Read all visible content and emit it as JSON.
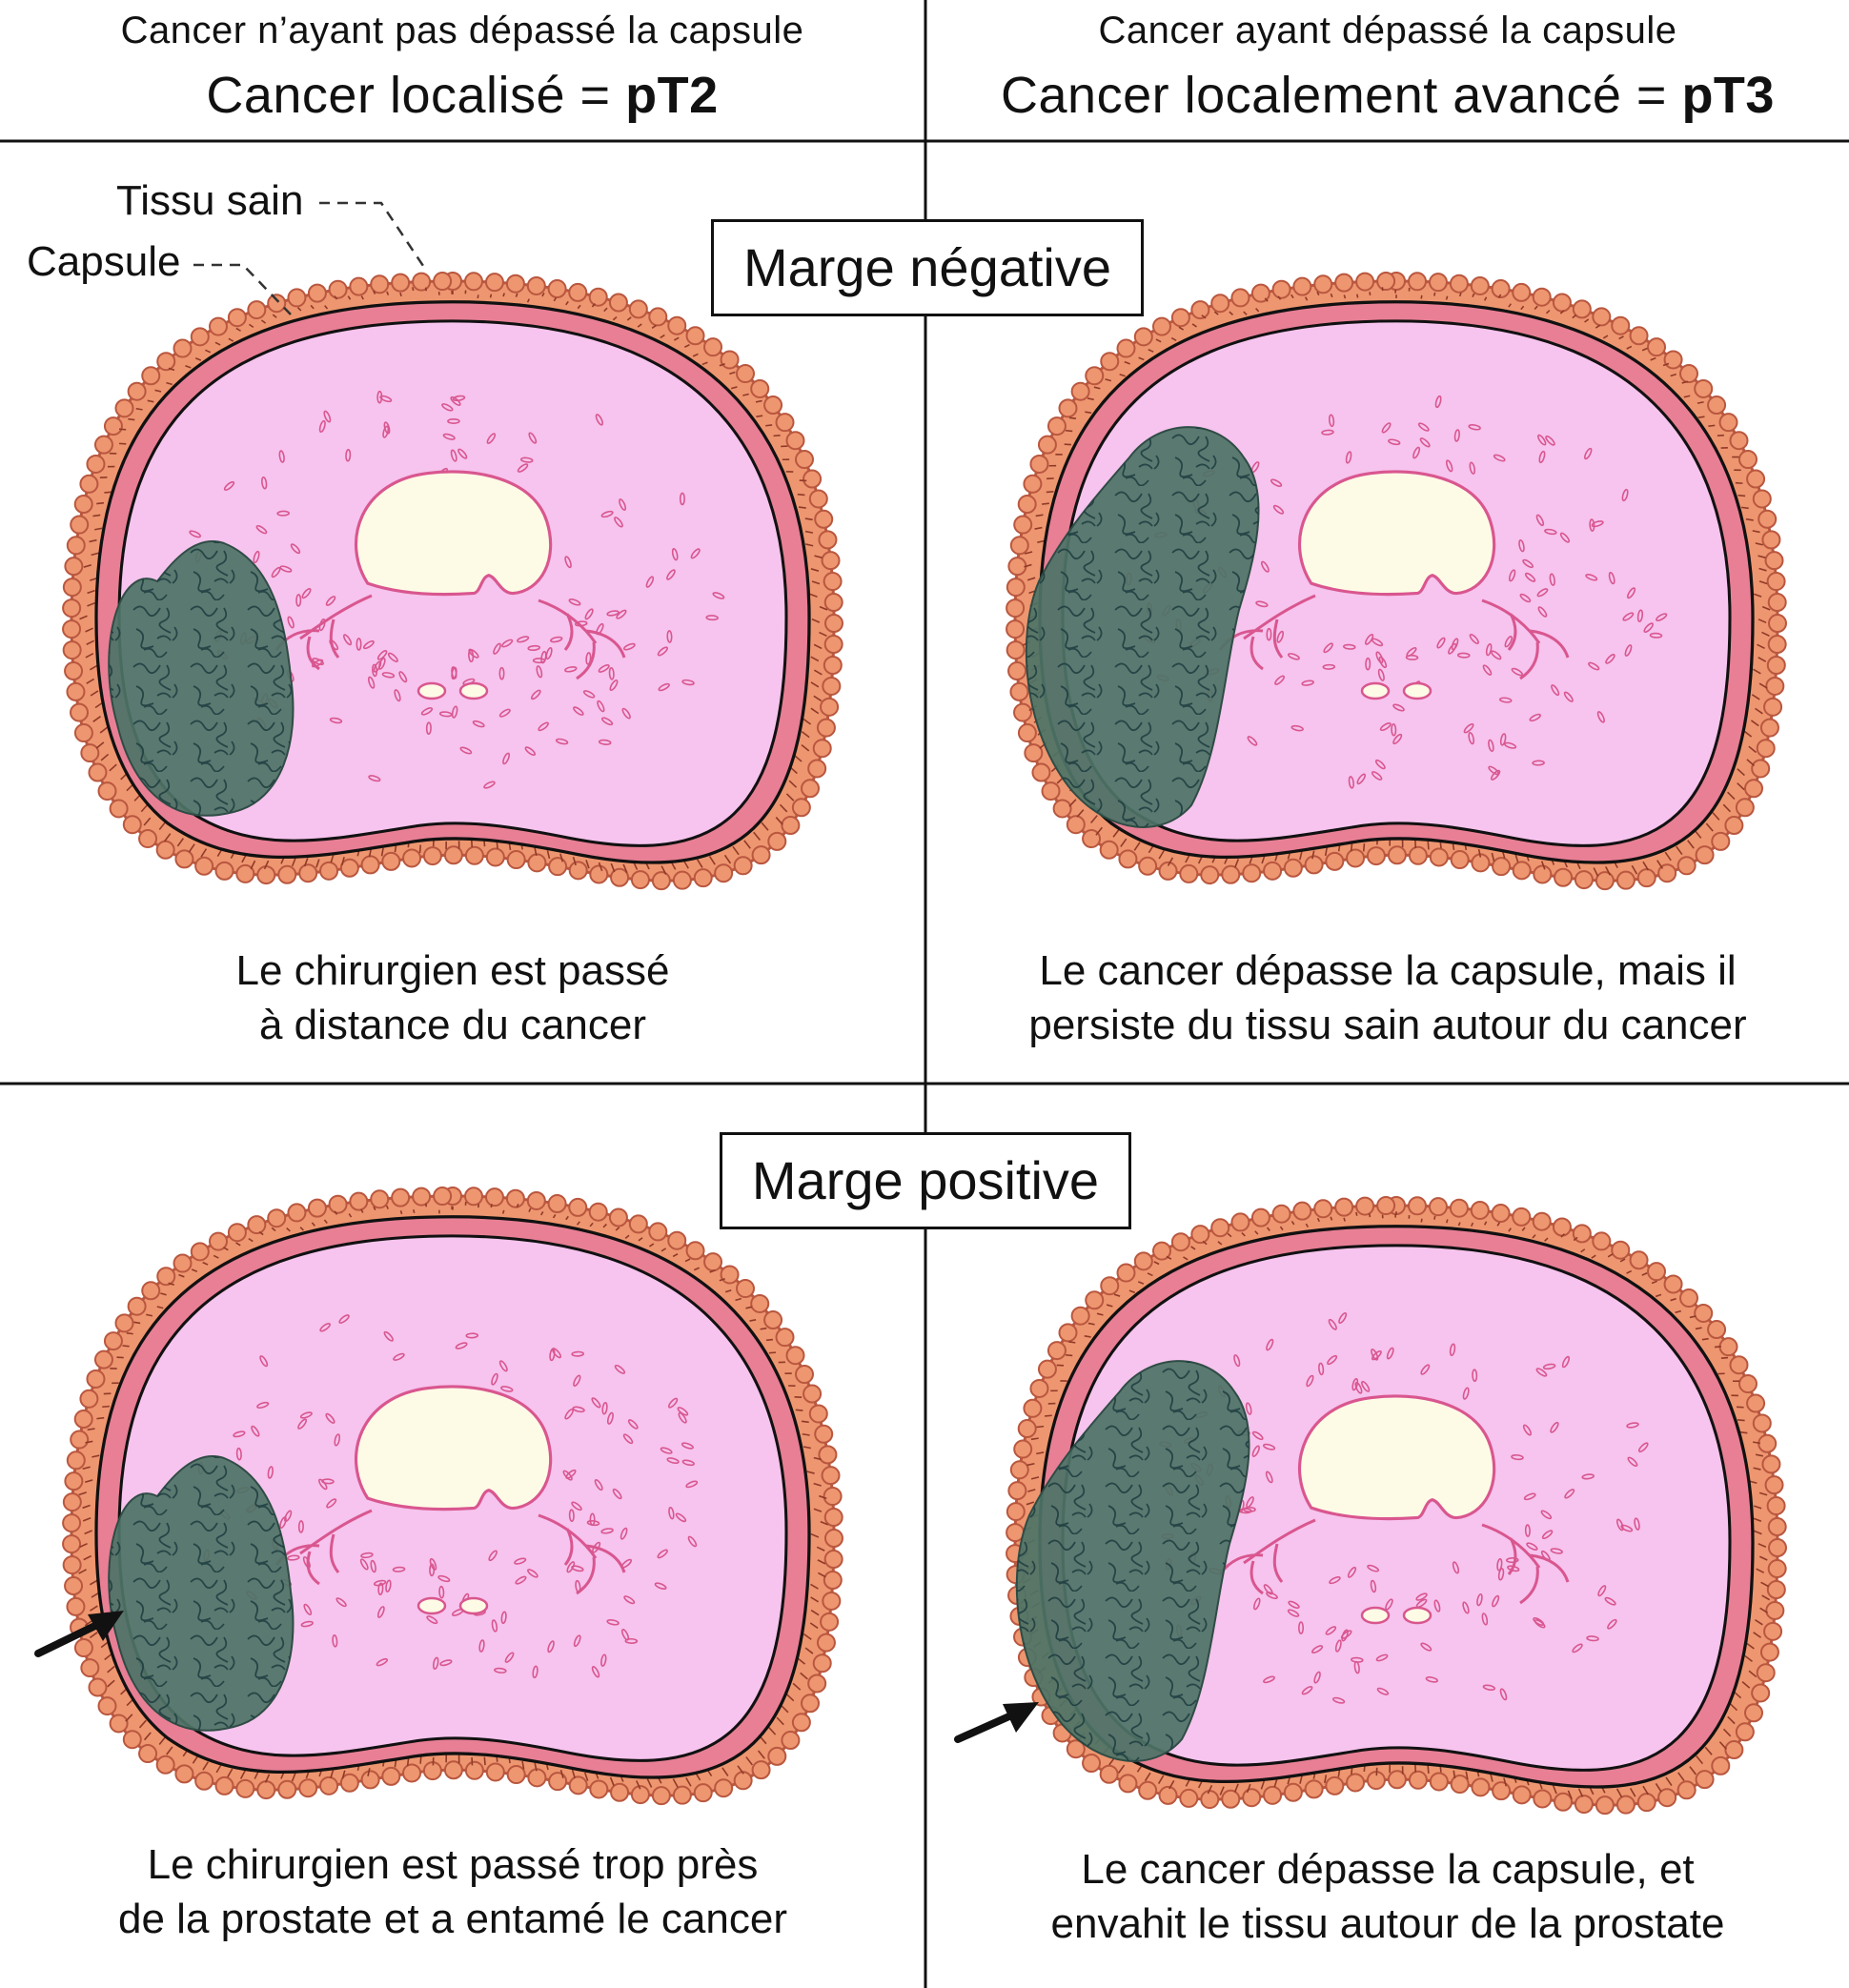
{
  "headers": {
    "left": {
      "subtitle": "Cancer n’ayant pas dépassé la capsule",
      "title_prefix": "Cancer localisé = ",
      "title_bold": "pT2"
    },
    "right": {
      "subtitle": "Cancer ayant dépassé la capsule",
      "title_prefix": "Cancer localement avancé = ",
      "title_bold": "pT3"
    }
  },
  "row_labels": {
    "negative": "Marge négative",
    "positive": "Marge positive"
  },
  "anatomy_labels": {
    "healthy_tissue": "Tissu sain",
    "capsule": "Capsule"
  },
  "captions": {
    "top_left": [
      "Le chirurgien est passé",
      "à distance du cancer"
    ],
    "top_right": [
      "Le cancer dépasse la capsule, mais il",
      "persiste du tissu sain autour du cancer"
    ],
    "bottom_left": [
      "Le chirurgien est passé trop près",
      "de la prostate et a entamé le cancer"
    ],
    "bottom_right": [
      "Le cancer dépasse la capsule, et",
      "envahit le tissu autour de la prostate"
    ]
  },
  "colors": {
    "healthy_tissue": "#ee9670",
    "capsule_band": "#e87f95",
    "gland": "#f6c4ee",
    "urethra": "#fdfbe6",
    "tumor": "#4e7366",
    "tumor_veins": "#1d3c40",
    "gland_marks": "#d9568f"
  }
}
